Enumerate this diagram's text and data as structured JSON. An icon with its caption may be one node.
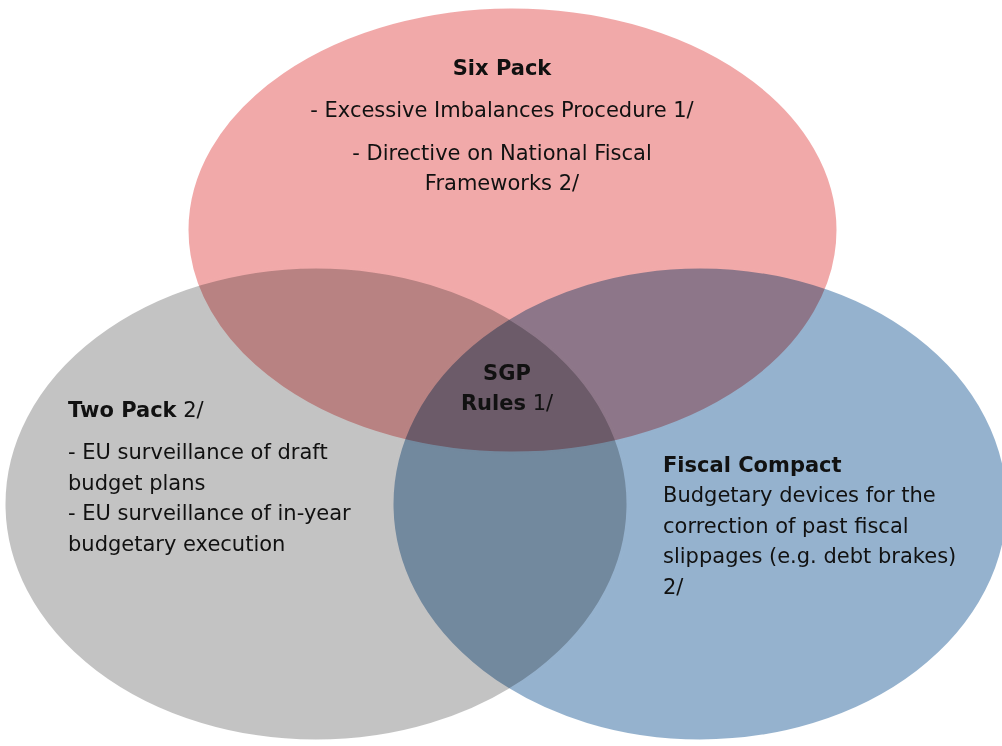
{
  "diagram": {
    "nodes": [
      {
        "text": [
          "Six Pack",
          "- Excessive Imbalances Procedure 1/",
          "- Directive on National Fiscal Frameworks 2/"
        ]
      },
      {
        "text": [
          "**Two Pack** 2/",
          "- EU surveillance of draft budget plans",
          "- EU surveillance of in-year budgetary execution"
        ]
      },
      {
        "text": [
          "Fiscal Compact",
          "Budgetary devices for the correction of past fiscal slippages (e.g. debt brakes) 2/"
        ]
      }
    ],
    "labels": [
      "**SGP Rules** 1/"
    ]
  }
}
